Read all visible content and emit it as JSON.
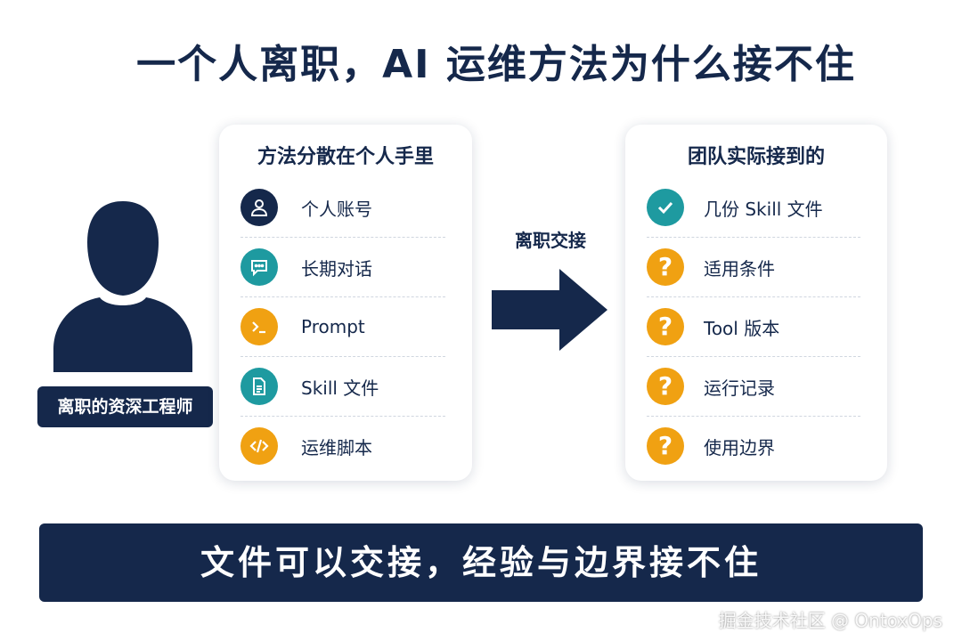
{
  "title": "一个人离职，AI 运维方法为什么接不住",
  "person": {
    "label": "离职的资深工程师"
  },
  "left_card": {
    "title": "方法分散在个人手里",
    "items": [
      {
        "label": "个人账号",
        "icon": "user-icon",
        "color": "#15284b"
      },
      {
        "label": "长期对话",
        "icon": "chat-icon",
        "color": "#1e9aa0"
      },
      {
        "label": "Prompt",
        "icon": "terminal-icon",
        "color": "#f0a112"
      },
      {
        "label": "Skill 文件",
        "icon": "document-icon",
        "color": "#1e9aa0"
      },
      {
        "label": "运维脚本",
        "icon": "code-icon",
        "color": "#f0a112"
      }
    ]
  },
  "handover": {
    "label": "离职交接"
  },
  "right_card": {
    "title": "团队实际接到的",
    "items": [
      {
        "label": "几份 Skill 文件",
        "icon": "check-icon",
        "color": "#1e9aa0"
      },
      {
        "label": "适用条件",
        "icon": "question-icon",
        "color": "#f0a112"
      },
      {
        "label": "Tool 版本",
        "icon": "question-icon",
        "color": "#f0a112"
      },
      {
        "label": "运行记录",
        "icon": "question-icon",
        "color": "#f0a112"
      },
      {
        "label": "使用边界",
        "icon": "question-icon",
        "color": "#f0a112"
      }
    ]
  },
  "banner": {
    "text": "文件可以交接，经验与边界接不住"
  },
  "watermark": "掘金技术社区 @ OntoxOps"
}
